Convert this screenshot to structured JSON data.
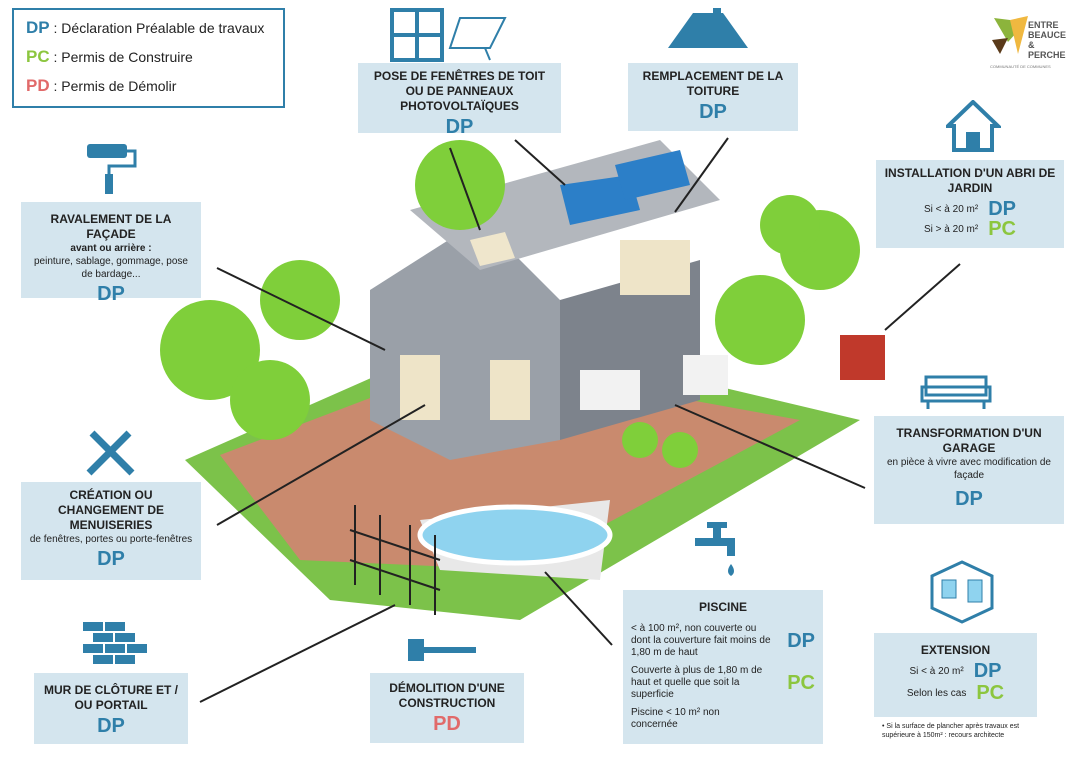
{
  "legend": [
    {
      "code": "DP",
      "label": ": Déclaration Préalable de travaux"
    },
    {
      "code": "PC",
      "label": ": Permis de Construire"
    },
    {
      "code": "PD",
      "label": ": Permis de Démolir"
    }
  ],
  "logo": {
    "line1": "ENTRE",
    "line2": "BEAUCE",
    "line3": "& PERCHE",
    "sub": "COMMUNAUTÉ DE COMMUNES"
  },
  "roof_windows": {
    "title": "Pose de fenêtres de toit ou de panneaux photovoltaïques",
    "code": "DP"
  },
  "roof": {
    "title": "Remplacement de la toiture",
    "code": "DP"
  },
  "shed": {
    "title": "Installation d'un abri de jardin",
    "rows": [
      {
        "cond": "Si < à 20 m²",
        "code": "DP"
      },
      {
        "cond": "Si > à 20 m²",
        "code": "PC"
      }
    ]
  },
  "facade": {
    "title": "Ravalement de la façade",
    "sub": "avant ou arrière :",
    "desc": "peinture, sablage, gommage, pose de bardage...",
    "code": "DP"
  },
  "garage": {
    "title": "Transformation d'un garage",
    "desc": "en pièce à vivre avec modification de façade",
    "code": "DP"
  },
  "joinery": {
    "title": "Création ou changement de menuiseries",
    "desc": "de fenêtres, portes ou porte-fenêtres",
    "code": "DP"
  },
  "fence": {
    "title": "Mur de clôture et / ou portail",
    "code": "DP"
  },
  "demolition": {
    "title": "Démolition d'une construction",
    "code": "PD"
  },
  "pool": {
    "title": "Piscine",
    "rows": [
      {
        "cond": "< à 100 m², non couverte ou dont la couverture fait moins de 1,80 m de haut",
        "code": "DP"
      },
      {
        "cond": "Couverte à plus de 1,80 m de haut et quelle que soit la superficie",
        "code": "PC"
      }
    ],
    "note": "Piscine < 10 m² non concernée"
  },
  "extension": {
    "title": "Extension",
    "rows": [
      {
        "cond": "Si < à 20 m²",
        "code": "DP"
      },
      {
        "cond": "Selon les cas",
        "code": "PC"
      }
    ],
    "note": "Si la surface de plancher après travaux est supérieure à 150m² : recours architecte"
  }
}
